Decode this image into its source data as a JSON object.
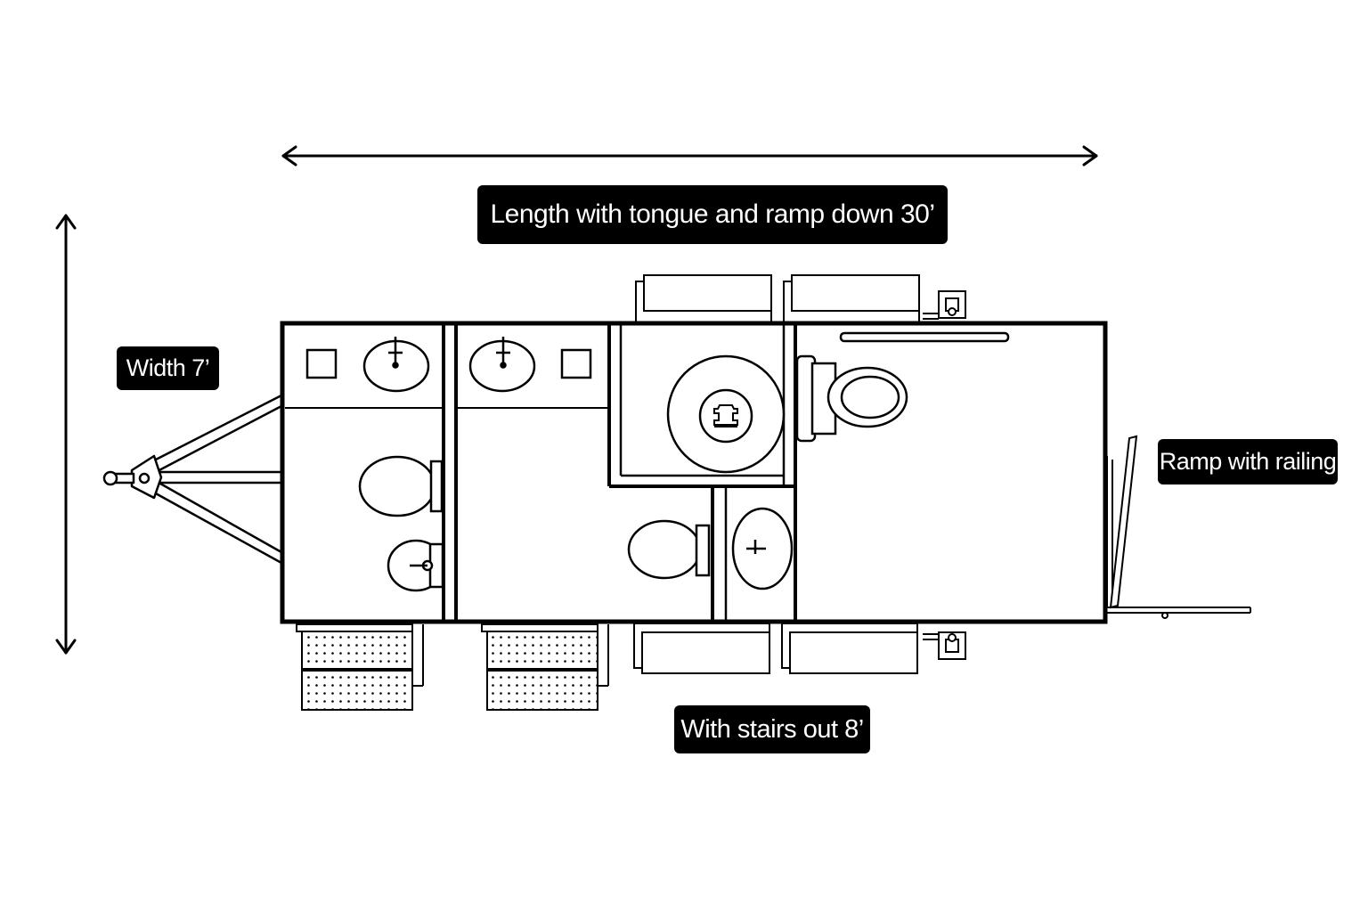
{
  "labels": {
    "length": "Length with tongue and ramp down 30’",
    "width": "Width 7’",
    "ramp": "Ramp with railing",
    "stairs": "With stairs out 8’"
  },
  "colors": {
    "line": "#000000",
    "background": "#ffffff",
    "label_bg": "#000000",
    "label_text": "#ffffff"
  }
}
